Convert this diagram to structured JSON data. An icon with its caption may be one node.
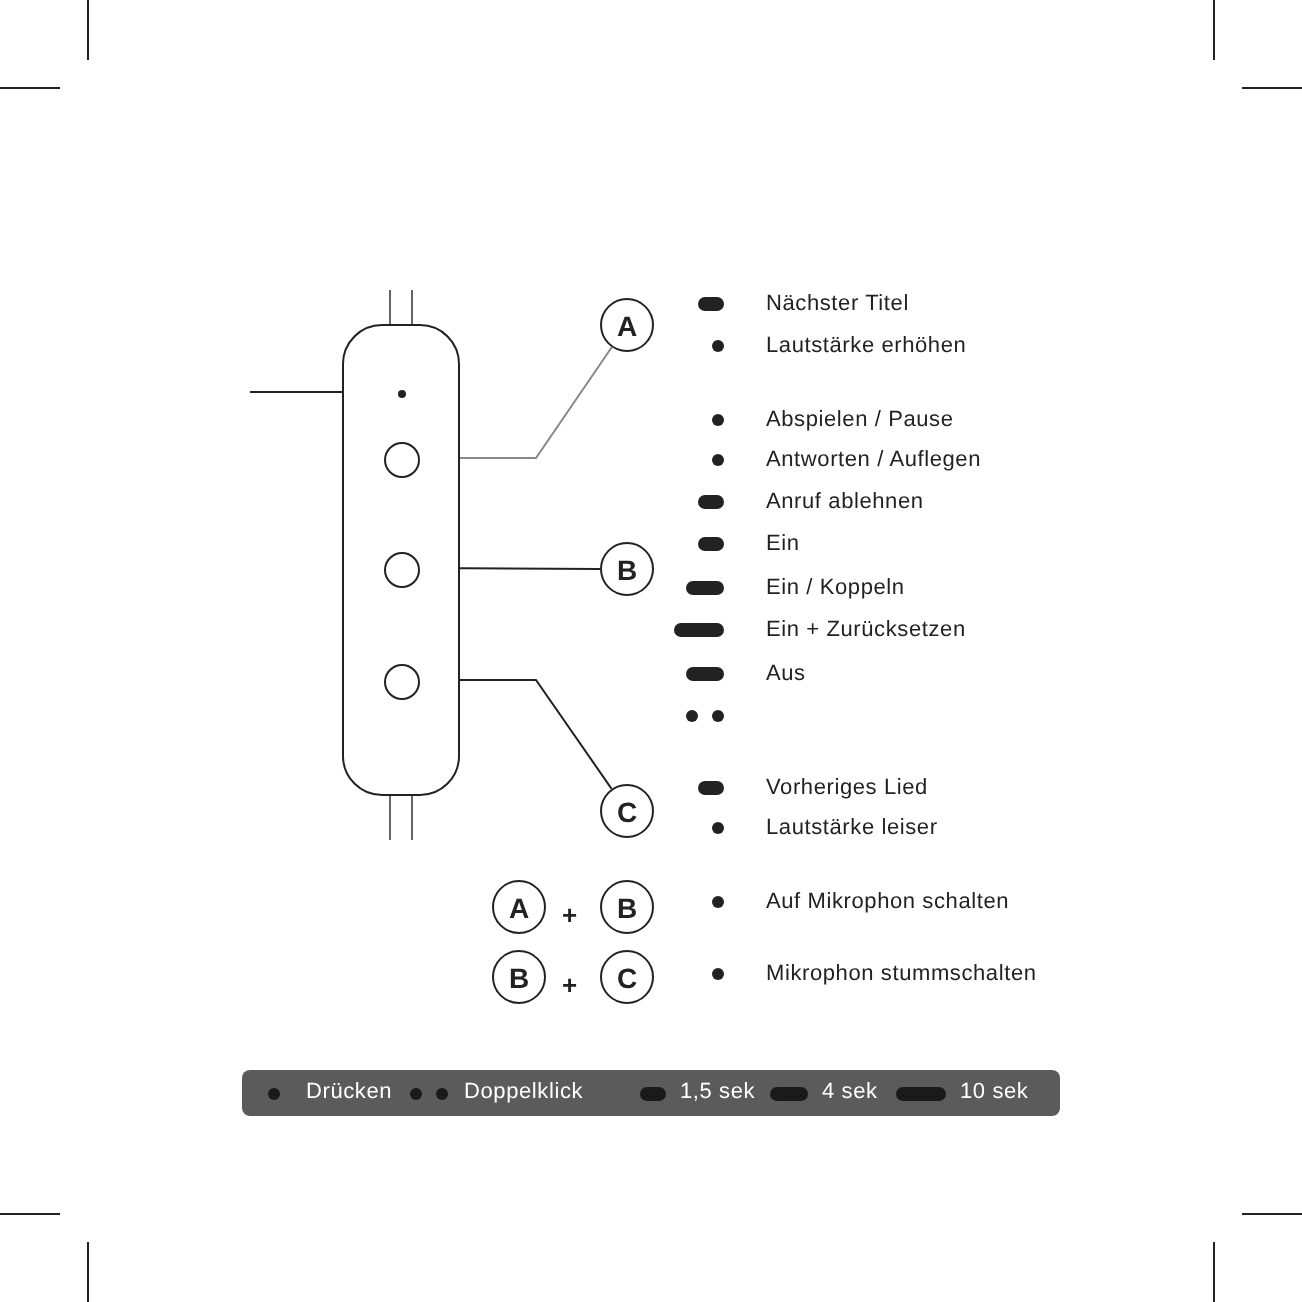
{
  "diagram": {
    "nodes": [
      {
        "text": [],
        "shape": "box"
      },
      {
        "text": [],
        "shape": "circle",
        "in": 0
      },
      {
        "text": [],
        "shape": "circle",
        "in": 0
      },
      {
        "text": [],
        "shape": "circle",
        "in": 0
      },
      {
        "text": [],
        "shape": "circle",
        "in": 0
      },
      {
        "text": [
          "A"
        ]
      },
      {
        "text": [
          "B"
        ]
      },
      {
        "text": [
          "C"
        ]
      },
      {
        "text": [
          "A"
        ]
      },
      {
        "text": [
          "B"
        ]
      },
      {
        "text": [
          "B"
        ]
      },
      {
        "text": [
          "C"
        ]
      }
    ],
    "edges": [
      {
        "from": null,
        "to": 1,
        "arrow": "none"
      },
      {
        "from": 2,
        "to": 5,
        "arrow": "none",
        "color": "#888888"
      },
      {
        "from": 3,
        "to": 6,
        "arrow": "none"
      },
      {
        "from": 4,
        "to": 7,
        "arrow": "none"
      }
    ],
    "labels": [
      "Nächster Titel",
      "Lautstärke erhöhen",
      "Abspielen / Pause",
      "Antworten / Auflegen",
      "Anruf ablehnen",
      "Ein",
      "Ein / Koppeln",
      "Ein + Zurücksetzen",
      "Aus",
      "Vorheriges Lied",
      "Lautstärke leiser",
      "+",
      "Auf Mikrophon schalten",
      "+",
      "Mikrophon stummschalten"
    ],
    "legend": [
      {
        "text": "Drücken"
      },
      {
        "text": "Doppelklick"
      },
      {
        "text": "1,5 sek"
      },
      {
        "text": "4 sek"
      },
      {
        "text": "10 sek"
      }
    ]
  }
}
